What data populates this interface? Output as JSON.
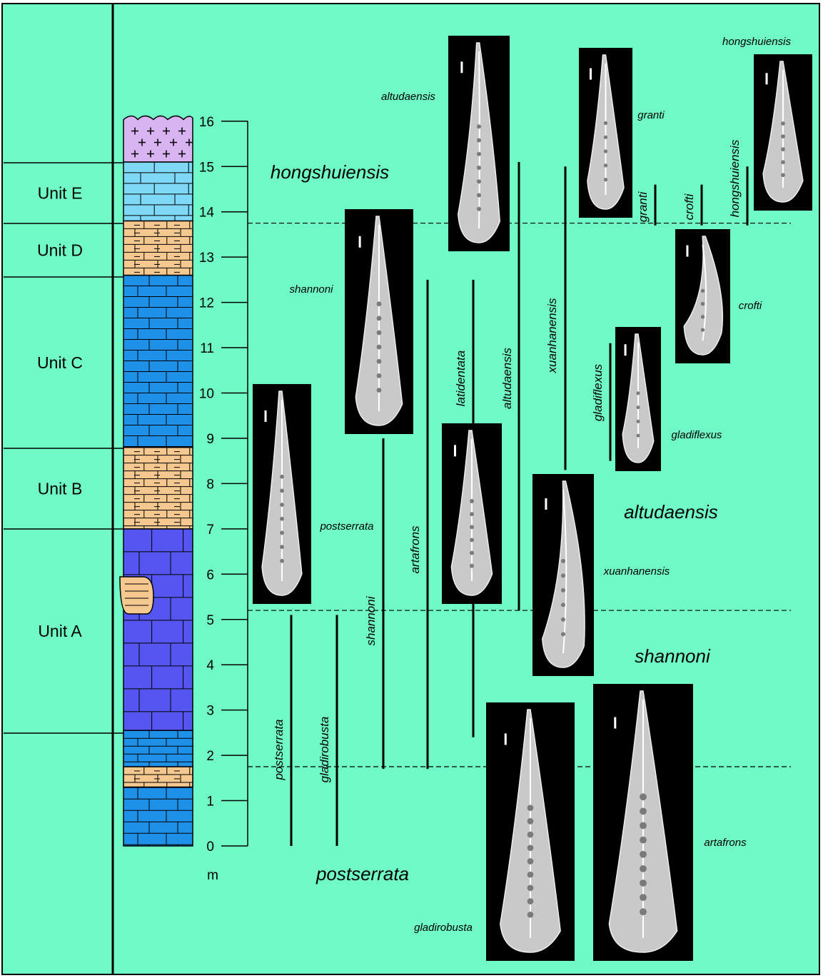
{
  "colors": {
    "background": "#6FFAC6",
    "line": "#000000",
    "limestone": "#1E90E8",
    "limestone_dark": "#5555F0",
    "marl": "#F5C890",
    "limestone_light": "#7FD8F5",
    "volcanic": "#D8B4F0",
    "photo_bg": "#000000",
    "fossil": "#C9C9C9"
  },
  "axis": {
    "unit": "m",
    "ticks": [
      "0",
      "1",
      "2",
      "3",
      "4",
      "5",
      "6",
      "7",
      "8",
      "9",
      "10",
      "11",
      "12",
      "13",
      "14",
      "15",
      "16"
    ]
  },
  "units": [
    {
      "label": "Unit E"
    },
    {
      "label": "Unit D"
    },
    {
      "label": "Unit C"
    },
    {
      "label": "Unit B"
    },
    {
      "label": "Unit A"
    }
  ],
  "zones": [
    {
      "label": "hongshuiensis"
    },
    {
      "label": "altudaensis"
    },
    {
      "label": "shannoni"
    },
    {
      "label": "postserrata"
    }
  ],
  "ranges": [
    {
      "label": "postserrata",
      "base_m": 0,
      "top_m": 5.1
    },
    {
      "label": "gladirobusta",
      "base_m": 0,
      "top_m": 5.1
    },
    {
      "label": "shannoni",
      "base_m": 1.7,
      "top_m": 9.0
    },
    {
      "label": "artafrons",
      "base_m": 1.7,
      "top_m": 12.5
    },
    {
      "label": "latidentata",
      "base_m": 2.4,
      "top_m": 12.5
    },
    {
      "label": "altudaensis",
      "base_m": 5.2,
      "top_m": 15.1
    },
    {
      "label": "xuanhanensis",
      "base_m": 8.3,
      "top_m": 15.0
    },
    {
      "label": "gladiflexus",
      "base_m": 8.5,
      "top_m": 11.1
    },
    {
      "label": "granti",
      "base_m": 13.7,
      "top_m": 14.6
    },
    {
      "label": "crofti",
      "base_m": 13.7,
      "top_m": 14.6
    },
    {
      "label": "hongshuiensis",
      "base_m": 13.7,
      "top_m": 15.0
    }
  ],
  "photos": [
    {
      "label": "altudaensis"
    },
    {
      "label": "granti"
    },
    {
      "label": "hongshuiensis"
    },
    {
      "label": "shannoni"
    },
    {
      "label": "crofti"
    },
    {
      "label": "gladiflexus"
    },
    {
      "label": "postserrata"
    },
    {
      "label": "xuanhanensis"
    },
    {
      "label": "gladirobusta"
    },
    {
      "label": "artafrons"
    },
    {
      "label": ""
    }
  ]
}
